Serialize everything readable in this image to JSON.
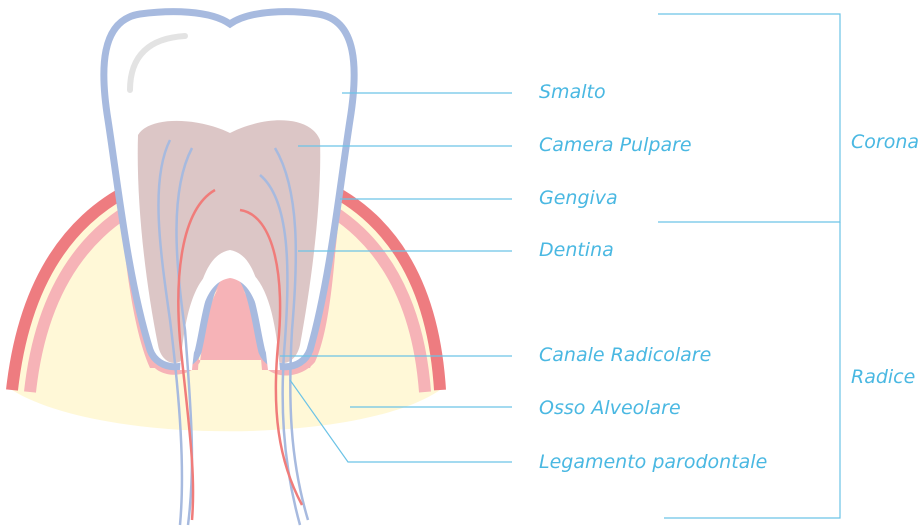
{
  "colors": {
    "leader": "#6cc3e6",
    "label": "#4ab8e2",
    "enamel": "#a7badf",
    "gum_dark": "#ee7c80",
    "gum_light": "#f6b3b7",
    "bone": "#fff8d7",
    "pulp": "#dcc6c6",
    "artery": "#f07c7a",
    "vein": "#a7badf"
  },
  "labels": {
    "smalto": "Smalto",
    "camera_pulpare": "Camera Pulpare",
    "gengiva": "Gengiva",
    "dentina": "Dentina",
    "canale_radicolare": "Canale Radicolare",
    "osso_alveolare": "Osso Alveolare",
    "legamento_parodontale": "Legamento parodontale"
  },
  "sections": {
    "corona": "Corona",
    "radice": "Radice"
  }
}
